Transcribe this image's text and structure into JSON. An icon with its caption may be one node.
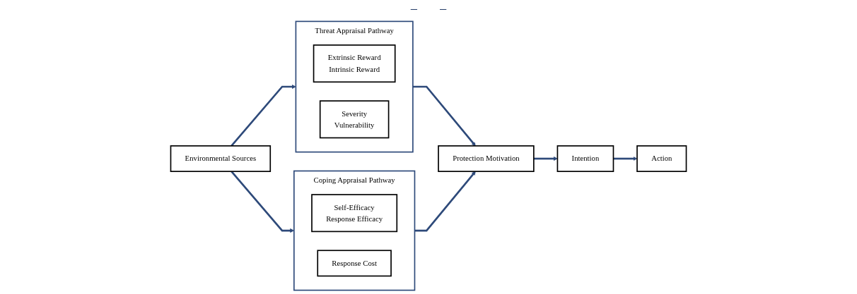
{
  "diagram": {
    "nodes": [
      {
        "text": [
          "Environmental Sources"
        ]
      },
      {
        "text": [
          "Threat Appraisal Pathway"
        ]
      },
      {
        "text": [
          "Extrinsic Reward",
          "Intrinsic Reward"
        ],
        "in": 1
      },
      {
        "text": [
          "Severity",
          "Vulnerability"
        ],
        "in": 1
      },
      {
        "text": [
          "Coping Appraisal Pathway"
        ]
      },
      {
        "text": [
          "Self-Efficacy",
          "Response Efficacy"
        ],
        "in": 4
      },
      {
        "text": [
          "Response Cost"
        ],
        "in": 4
      },
      {
        "text": [
          "Protection Motivation"
        ]
      },
      {
        "text": [
          "Intention"
        ]
      },
      {
        "text": [
          "Action"
        ]
      }
    ],
    "edges": [
      {
        "from": 0,
        "to": 1,
        "arrow": "to"
      },
      {
        "from": 0,
        "to": 4,
        "arrow": "to"
      },
      {
        "from": 1,
        "to": 7,
        "arrow": "to"
      },
      {
        "from": 4,
        "to": 7,
        "arrow": "to"
      },
      {
        "from": 7,
        "to": 8,
        "arrow": "to"
      },
      {
        "from": 8,
        "to": 9,
        "arrow": "to"
      }
    ],
    "labels": [
      "−",
      "−"
    ]
  }
}
